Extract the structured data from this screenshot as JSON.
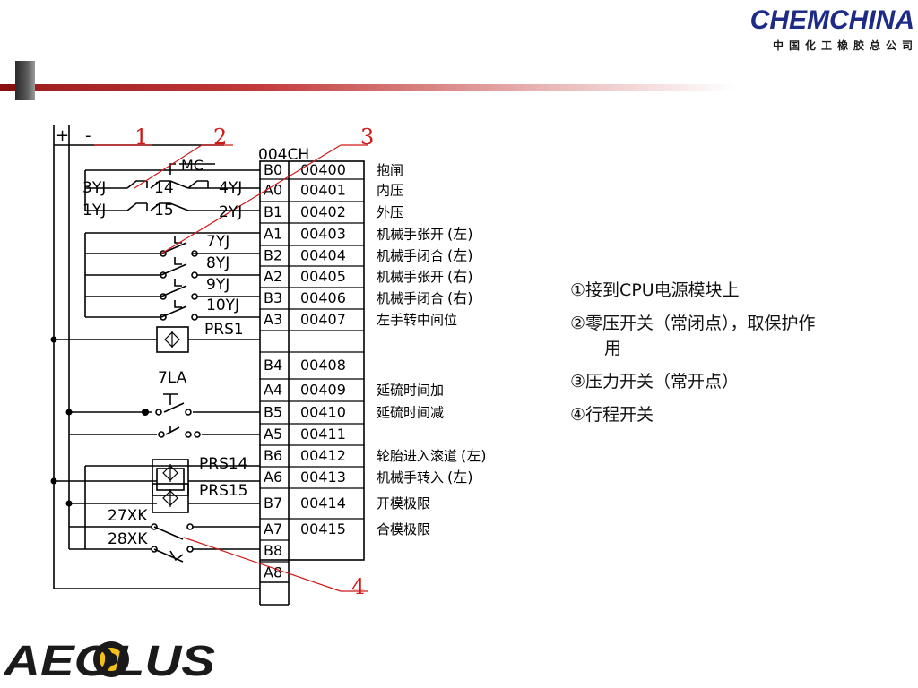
{
  "header": {
    "brand_name": "CHEMCHINA",
    "brand_subtitle": "中国化工橡胶总公司"
  },
  "footer": {
    "logo_text": "AEOLUS"
  },
  "diagram": {
    "rail_plus": "+",
    "rail_minus": "-",
    "callouts": [
      "1",
      "2",
      "3",
      "4"
    ],
    "module_label": "004CH",
    "relay_label": "MC",
    "terminals": [
      {
        "term": "B0",
        "addr": "00400",
        "desc": "抱闸"
      },
      {
        "term": "A0",
        "addr": "00401",
        "desc": "内压"
      },
      {
        "term": "B1",
        "addr": "00402",
        "desc": "外压"
      },
      {
        "term": "A1",
        "addr": "00403",
        "desc": "机械手张开",
        "side": "左"
      },
      {
        "term": "B2",
        "addr": "00404",
        "desc": "机械手闭合",
        "side": "左"
      },
      {
        "term": "A2",
        "addr": "00405",
        "desc": "机械手张开",
        "side": "右"
      },
      {
        "term": "B3",
        "addr": "00406",
        "desc": "机械手闭合",
        "side": "右"
      },
      {
        "term": "A3",
        "addr": "00407",
        "desc": "左手转中间位"
      },
      {
        "term": "",
        "addr": "",
        "desc": ""
      },
      {
        "term": "B4",
        "addr": "00408",
        "desc": ""
      },
      {
        "term": "A4",
        "addr": "00409",
        "desc": "延硫时间加"
      },
      {
        "term": "B5",
        "addr": "00410",
        "desc": "延硫时间减"
      },
      {
        "term": "A5",
        "addr": "00411",
        "desc": ""
      },
      {
        "term": "B6",
        "addr": "00412",
        "desc": "轮胎进入滚道",
        "side": "左"
      },
      {
        "term": "A6",
        "addr": "00413",
        "desc": "机械手转入",
        "side": "左"
      },
      {
        "term": "B7",
        "addr": "00414",
        "desc": "开模极限"
      },
      {
        "term": "A7",
        "addr": "00415",
        "desc": "合模极限"
      },
      {
        "term": "B8",
        "addr": "",
        "desc": ""
      },
      {
        "term": "A8",
        "addr": "",
        "desc": ""
      }
    ],
    "contact_labels": {
      "c3yj": "3YJ",
      "c14": "14",
      "c4yj": "4YJ",
      "c1yj": "1YJ",
      "c15": "15",
      "c2yj": "2YJ",
      "c7yj": "7YJ",
      "c8yj": "8YJ",
      "c9yj": "9YJ",
      "c10yj": "10YJ",
      "prs1": "PRS1",
      "la7": "7LA",
      "prs14": "PRS14",
      "prs15": "PRS15",
      "xk27": "27XK",
      "xk28": "28XK"
    }
  },
  "notes": [
    {
      "num": "①",
      "text": "接到CPU电源模块上"
    },
    {
      "num": "②",
      "text": "零压开关（常闭点），取保护作",
      "cont": "用"
    },
    {
      "num": "③",
      "text": "压力开关（常开点）"
    },
    {
      "num": "④",
      "text": "行程开关"
    }
  ],
  "colors": {
    "brand_blue": "#1d2b86",
    "accent_red": "#c23a3a",
    "callout_red": "#d01818"
  }
}
